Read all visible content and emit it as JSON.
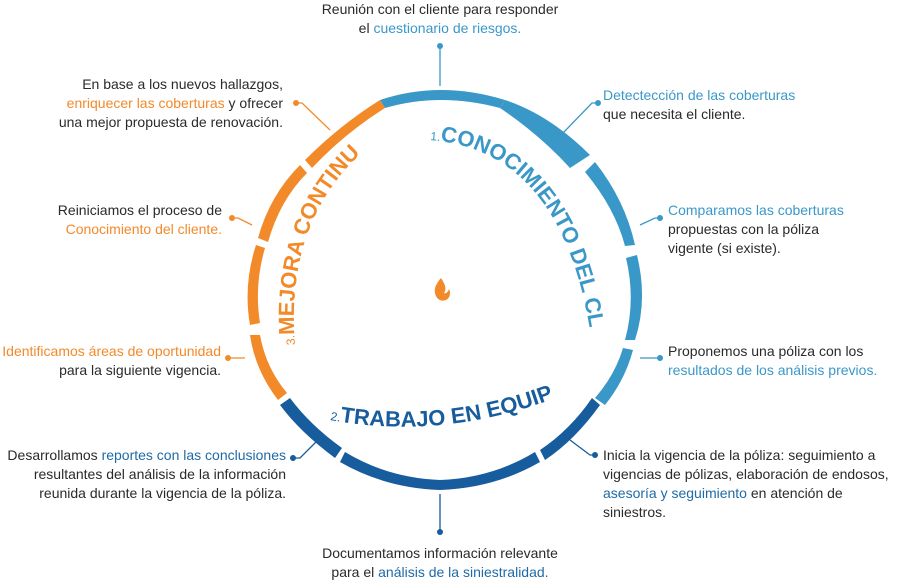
{
  "colors": {
    "light_blue": "#3a98c8",
    "dark_blue": "#175c9c",
    "orange": "#f28a2a",
    "text": "#2a2a2a"
  },
  "center_icon": "flame-icon",
  "sections": [
    {
      "number": "1.",
      "title": "CONOCIMIENTO DEL CLIENTE",
      "color": "#3a98c8"
    },
    {
      "number": "2.",
      "title": "TRABAJO EN EQUIPO",
      "color": "#175c9c"
    },
    {
      "number": "3.",
      "title": "MEJORA CONTINUA",
      "color": "#f28a2a"
    }
  ],
  "notes": {
    "top": {
      "line1": "Reunión con el cliente para responder",
      "pre": "el ",
      "hl": "cuestionario de riesgos."
    },
    "r1": {
      "hl": "Detectección de las coberturas",
      "line2": "que necesita el cliente."
    },
    "r2": {
      "hl": "Comparamos las coberturas",
      "line2": "propuestas con la póliza",
      "line3": "vigente (si existe)."
    },
    "r3": {
      "line1": "Proponemos una póliza con los",
      "hl": "resultados de los análisis previos."
    },
    "r4": {
      "line1": "Inicia la vigencia de la póliza: seguimiento a",
      "line2": "vigencias de pólizas, elaboración de endosos,",
      "hl": "asesoría y seguimiento",
      "post": " en atención de siniestros."
    },
    "bottom": {
      "line1": "Documentamos información relevante",
      "pre": "para el ",
      "hl": "análisis de la siniestralidad."
    },
    "l4": {
      "pre": "Desarrollamos ",
      "hl": "reportes con las conclusiones",
      "line2": "resultantes del análisis de la información",
      "line3": "reunida durante la vigencia de la póliza."
    },
    "l3": {
      "hl": "Identificamos áreas de oportunidad",
      "line2": "para la siguiente vigencia."
    },
    "l2": {
      "line1": "Reiniciamos el proceso de",
      "hl": "Conocimiento del cliente."
    },
    "l1": {
      "line1": "En base a los nuevos hallazgos,",
      "hl": "enriquecer las coberturas",
      "post": " y ofrecer",
      "line3": "una mejor propuesta de renovación."
    }
  }
}
